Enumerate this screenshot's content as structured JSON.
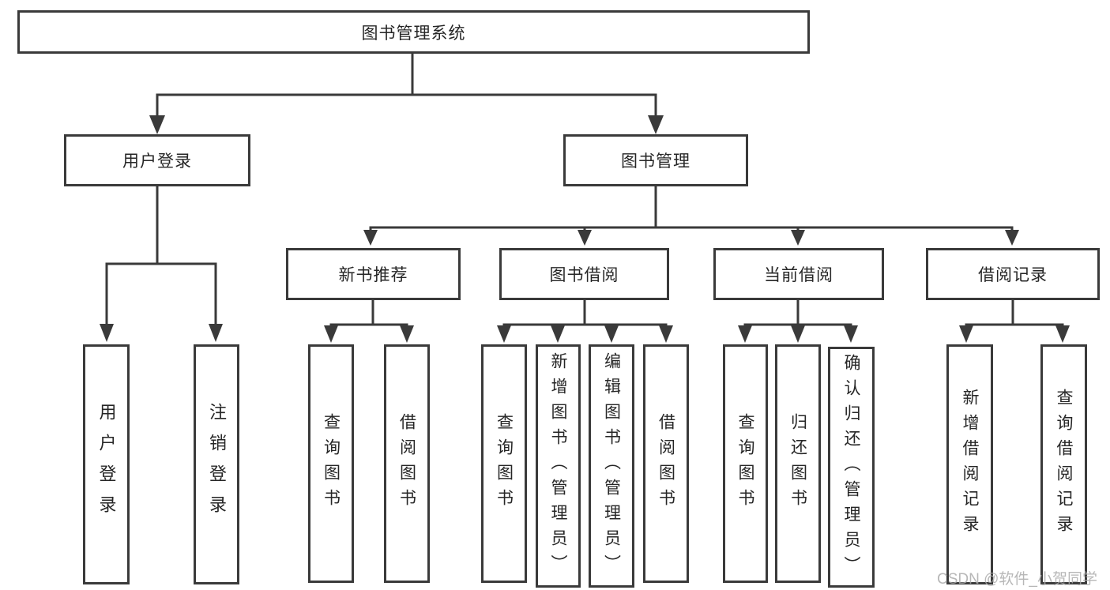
{
  "tree": {
    "label": "图书管理系统",
    "children": [
      {
        "label": "用户登录",
        "children": [
          {
            "label": "用户登录"
          },
          {
            "label": "注销登录"
          }
        ]
      },
      {
        "label": "图书管理",
        "children": [
          {
            "label": "新书推荐",
            "children": [
              {
                "label": "查询图书"
              },
              {
                "label": "借阅图书"
              }
            ]
          },
          {
            "label": "图书借阅",
            "children": [
              {
                "label": "查询图书"
              },
              {
                "label": "新增图书（管理员）"
              },
              {
                "label": "编辑图书（管理员）"
              },
              {
                "label": "借阅图书"
              }
            ]
          },
          {
            "label": "当前借阅",
            "children": [
              {
                "label": "查询图书"
              },
              {
                "label": "归还图书"
              },
              {
                "label": "确认归还（管理员）"
              }
            ]
          },
          {
            "label": "借阅记录",
            "children": [
              {
                "label": "新增借阅记录"
              },
              {
                "label": "查询借阅记录"
              }
            ]
          }
        ]
      }
    ]
  },
  "watermark": {
    "text": "CSDN @软件_小贺同学"
  },
  "colors": {
    "line": "#3a3a3a",
    "box_border": "#3a3a3a",
    "box_fill": "#ffffff",
    "text": "#262626",
    "watermark_text": "#aaaaaa",
    "background": "#ffffff"
  }
}
